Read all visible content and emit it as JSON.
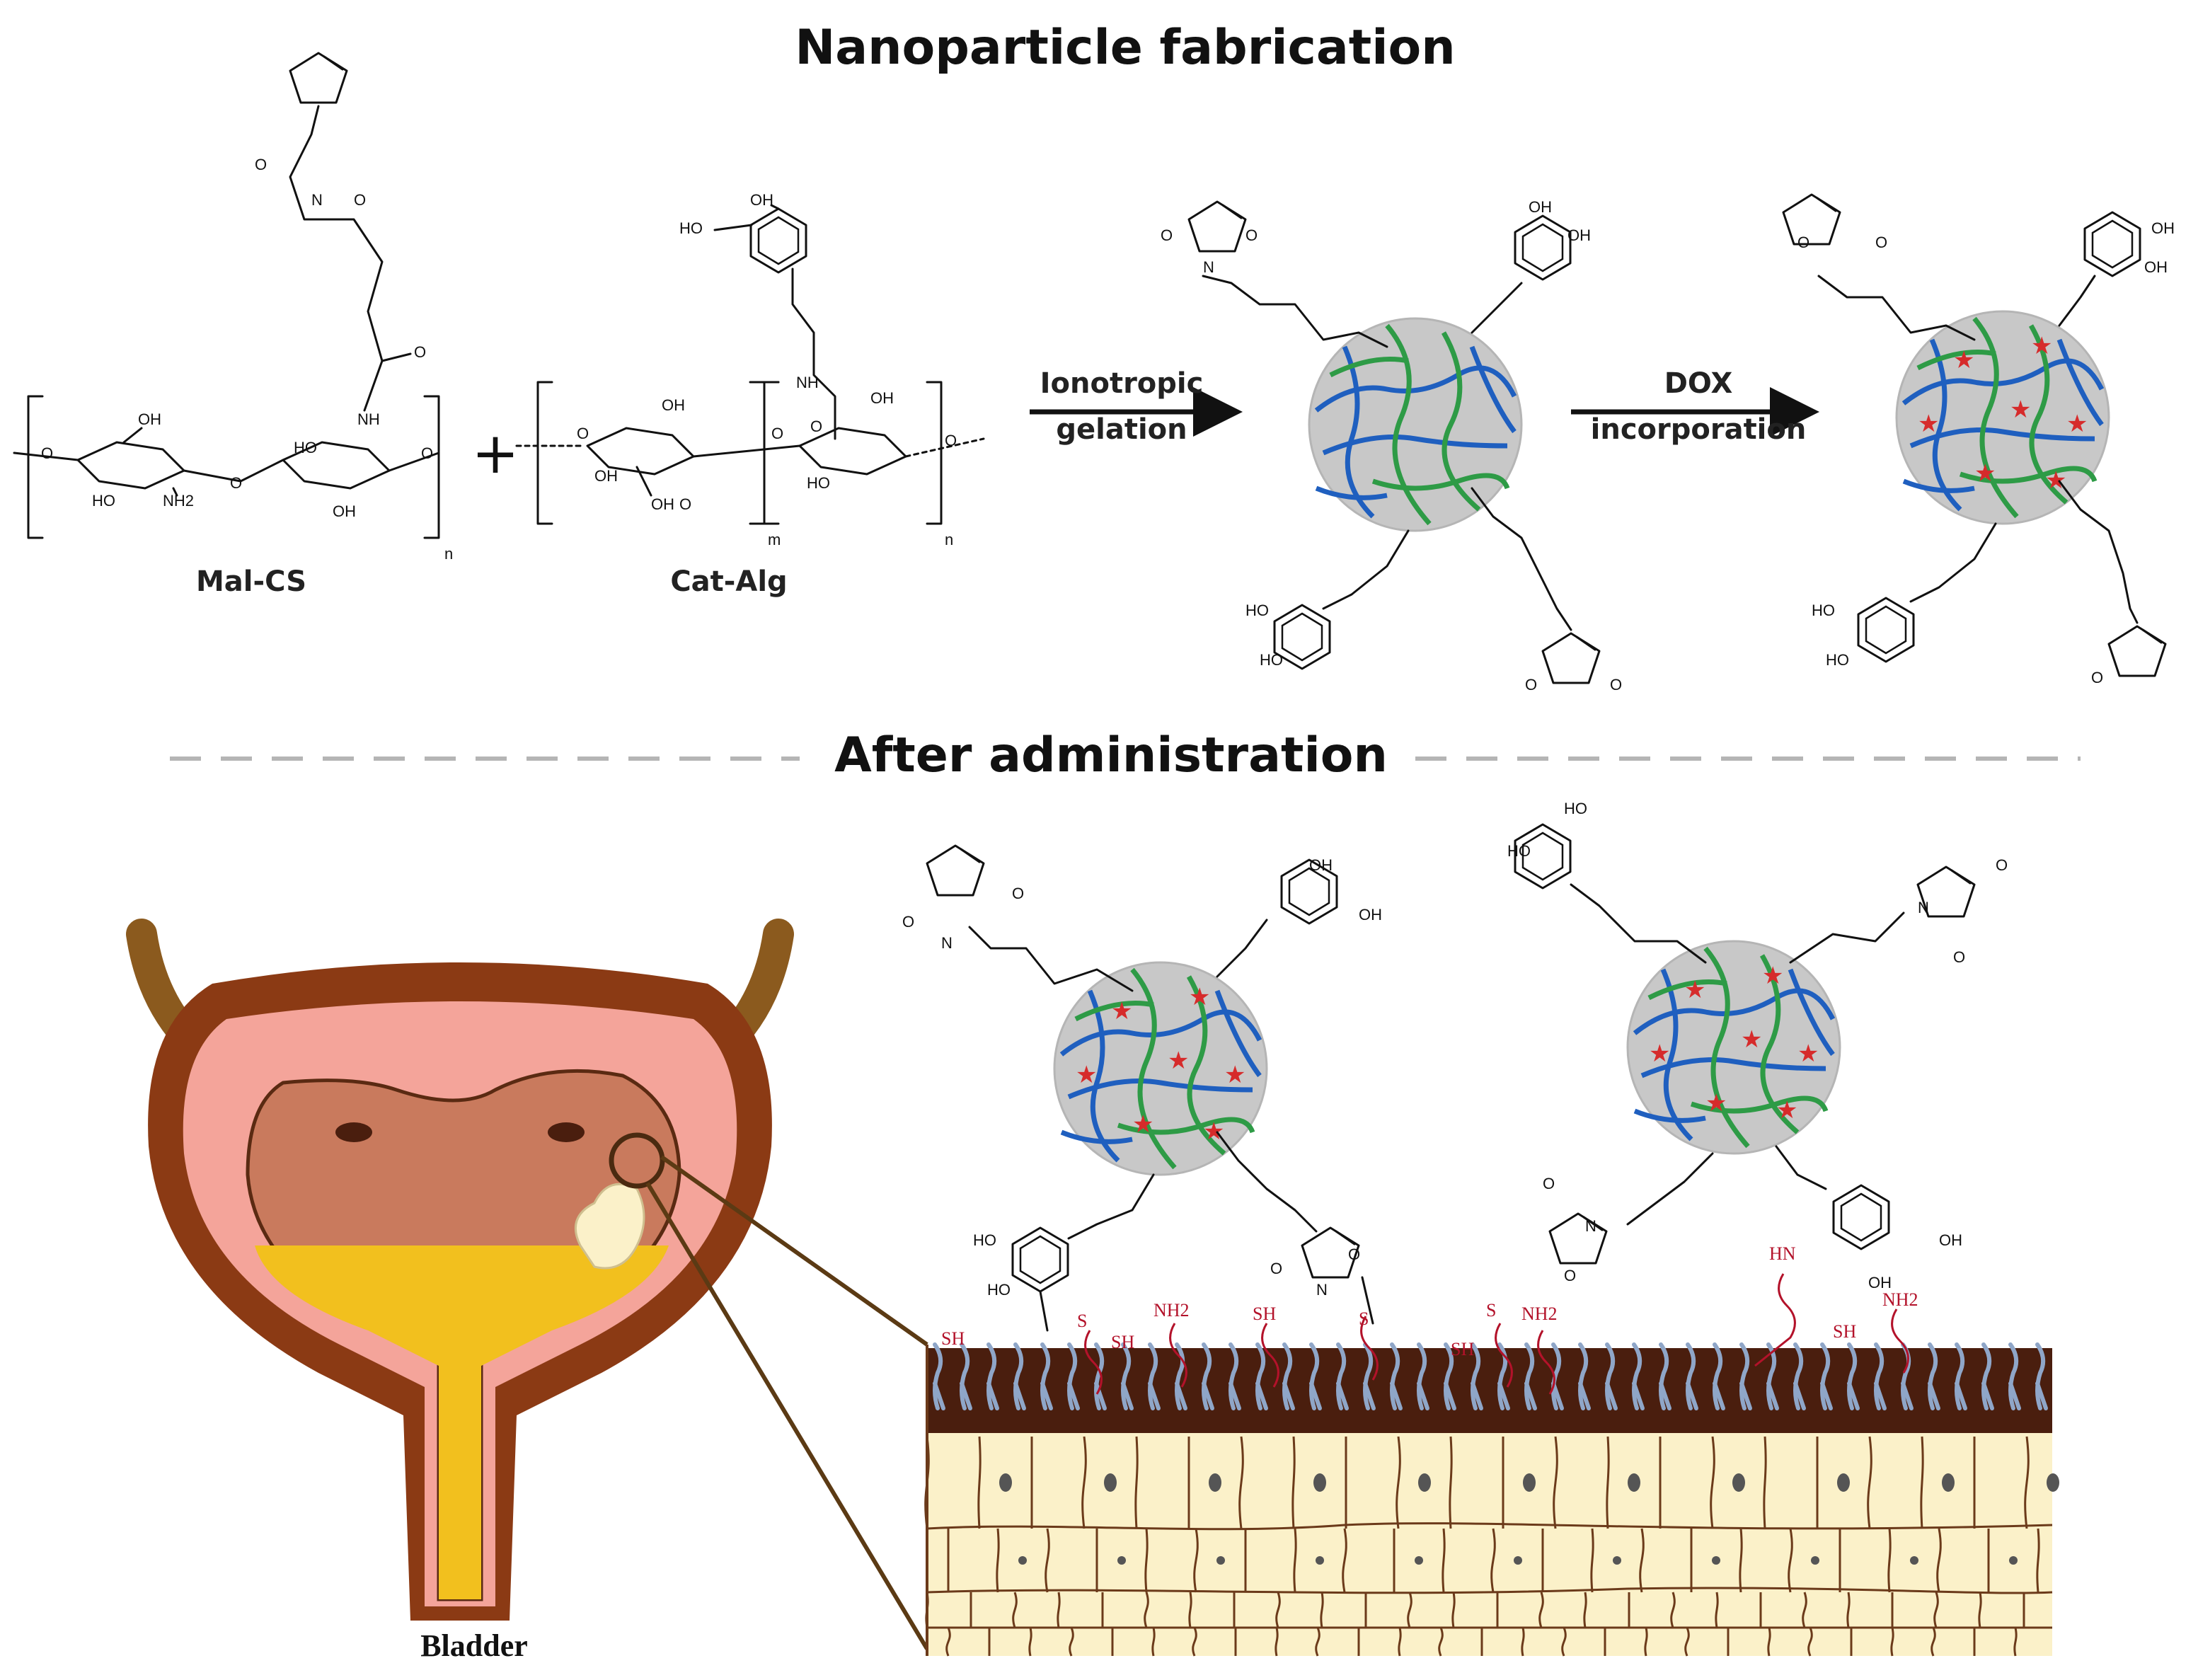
{
  "titles": {
    "fabrication": "Nanoparticle fabrication",
    "administration": "After administration"
  },
  "polymers": {
    "mal_cs": "Mal-CS",
    "cat_alg": "Cat-Alg",
    "plus": "+",
    "sub_n": "n",
    "sub_m": "m"
  },
  "arrows": {
    "step1_line1": "Ionotropic",
    "step1_line2": "gelation",
    "step2_line1": "DOX",
    "step2_line2": "incorporation"
  },
  "bladder_label": "Bladder",
  "chem_labels": {
    "o": "O",
    "oh": "OH",
    "ho": "HO",
    "nh": "NH",
    "n": "N",
    "nh2": "NH2",
    "hn": "HN",
    "s": "S",
    "sh": "SH"
  },
  "colors": {
    "chain_blue": "#1f5fbf",
    "chain_green": "#2e9b46",
    "particle_gray": "#c8c8c8",
    "dox_red": "#d62b2b",
    "bladder_outer": "#8b3a14",
    "bladder_pink": "#f4a49a",
    "bladder_inner": "#c97a5d",
    "urine": "#f2c01e",
    "mucus_brown": "#4a1e0e",
    "mucin_blue": "#8fa6c8",
    "cell_fill": "#fbf1c9",
    "cell_line": "#6b3a1a"
  }
}
